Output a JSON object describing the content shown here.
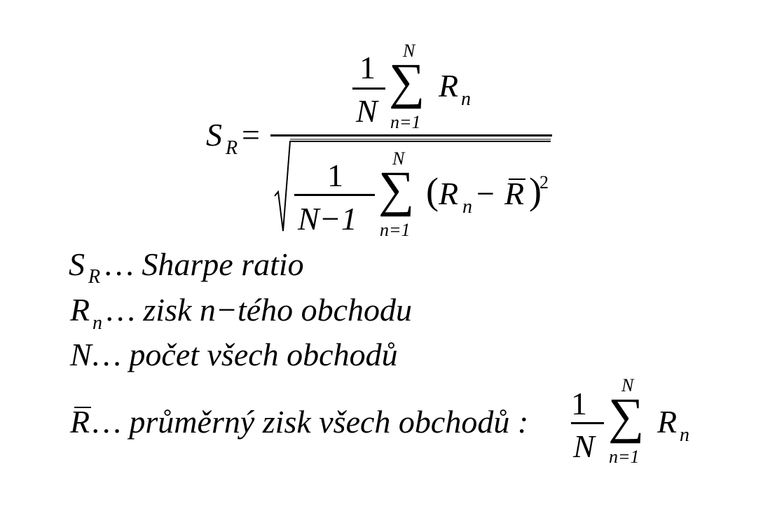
{
  "formula": {
    "lhs_symbol": "S",
    "lhs_subscript": "R",
    "equals": "=",
    "numerator": {
      "frac_num": "1",
      "frac_den": "N",
      "sum_symbol": "∑",
      "sum_upper": "N",
      "sum_lower": "n=1",
      "term": "R",
      "term_subscript": "n"
    },
    "denominator": {
      "frac_num": "1",
      "frac_den": "N−1",
      "sum_symbol": "∑",
      "sum_upper": "N",
      "sum_lower": "n=1",
      "open_paren": "(",
      "term": "R",
      "term_subscript": "n",
      "minus": "−",
      "mean_symbol": "R",
      "close_paren": ")",
      "exponent": "2"
    }
  },
  "definitions": [
    {
      "symbol": "S",
      "subscript": "R",
      "text": "… Sharpe ratio"
    },
    {
      "symbol": "R",
      "subscript": "n",
      "text": "… zisk n−tého obchodu"
    },
    {
      "symbol": "N",
      "subscript": "",
      "text": " … počet všech obchodů"
    },
    {
      "symbol": "R",
      "subscript": "",
      "text": "… průměrný zisk všech obchodů :"
    }
  ],
  "mean_formula": {
    "frac_num": "1",
    "frac_den": "N",
    "sum_symbol": "∑",
    "sum_upper": "N",
    "sum_lower": "n=1",
    "term": "R",
    "term_subscript": "n"
  }
}
